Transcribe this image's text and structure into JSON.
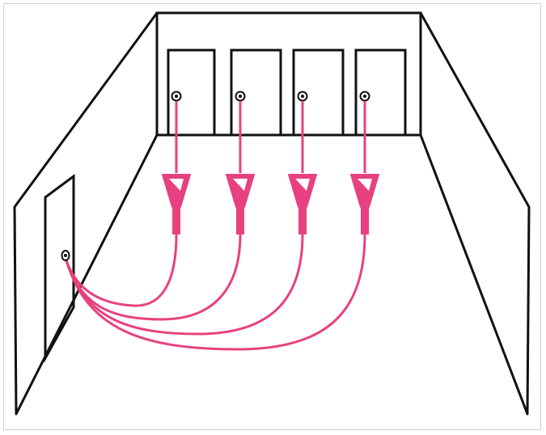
{
  "colors": {
    "outline": "#111111",
    "cable": "#e8417f",
    "background": "#ffffff",
    "border": "#cfcfcf"
  },
  "icons": {
    "door_lock": "keyhole-icon",
    "connector": "funnel-connector-icon"
  },
  "diagram": {
    "back_doors": 4,
    "connectors": 4,
    "side_doors": 1
  }
}
